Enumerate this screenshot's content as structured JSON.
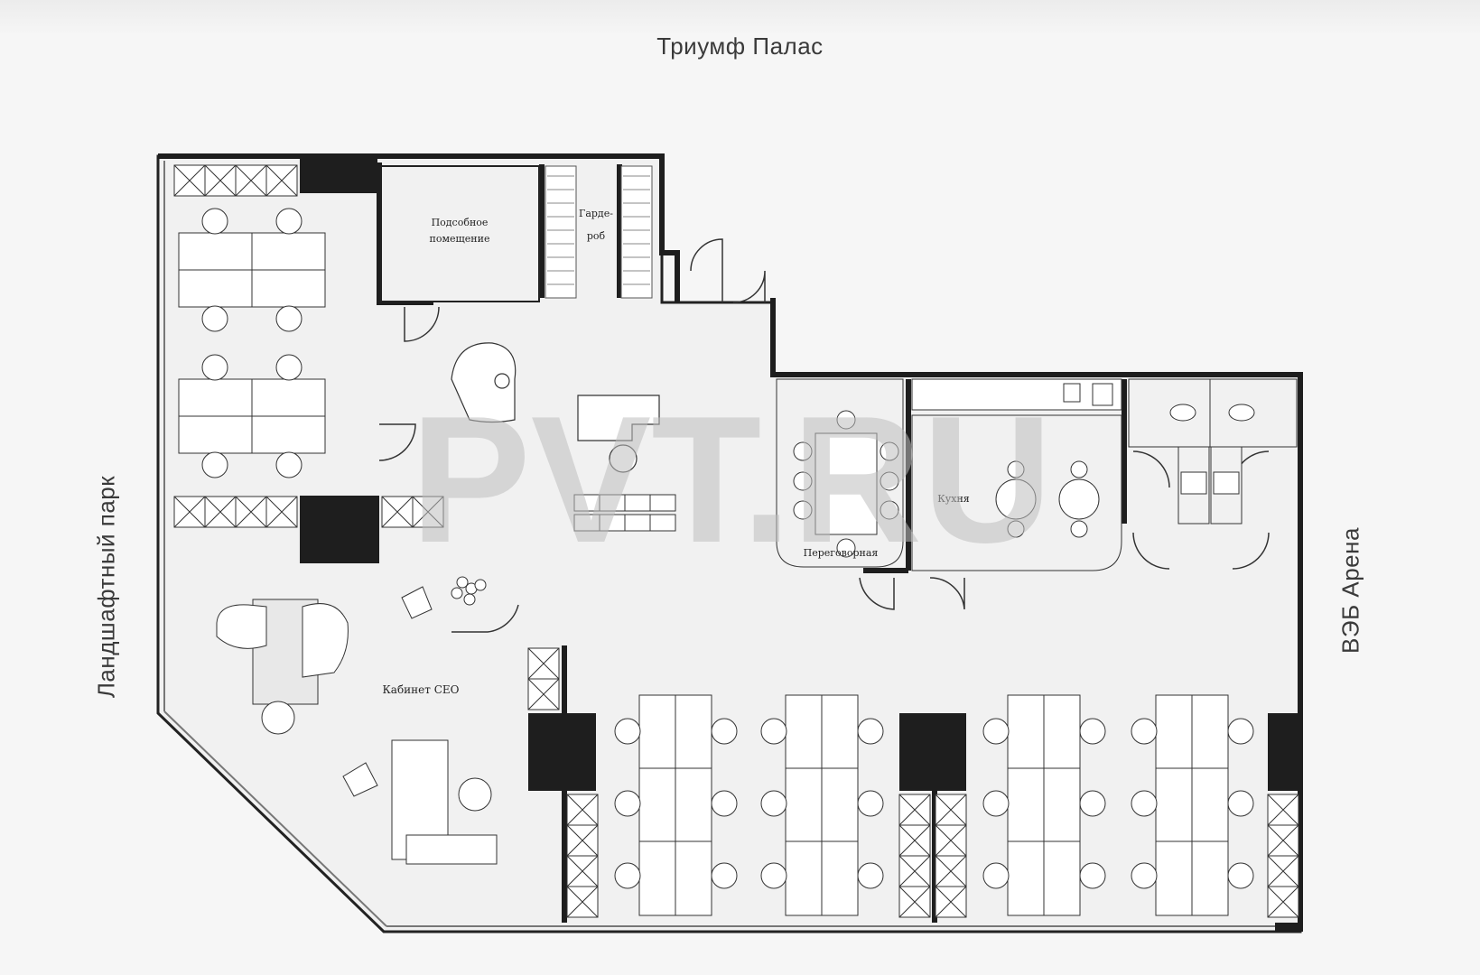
{
  "map": {
    "neighbors": {
      "top": "Триумф Палас",
      "left": "Ландшафтный парк",
      "right": "ВЭБ Арена"
    },
    "rooms": {
      "utility": [
        "Подсобное",
        "помещение"
      ],
      "wardrobe": [
        "Гарде-",
        "роб"
      ],
      "meeting": "Переговорная",
      "kitchen": "Кухня",
      "ceo": "Кабинет CEO"
    },
    "watermark": "PVT.RU",
    "colors": {
      "wall": "#1e1e1e",
      "floor": "#f1f1f1",
      "furniture": "#ffffff",
      "watermark": "#bdbdbd"
    }
  }
}
